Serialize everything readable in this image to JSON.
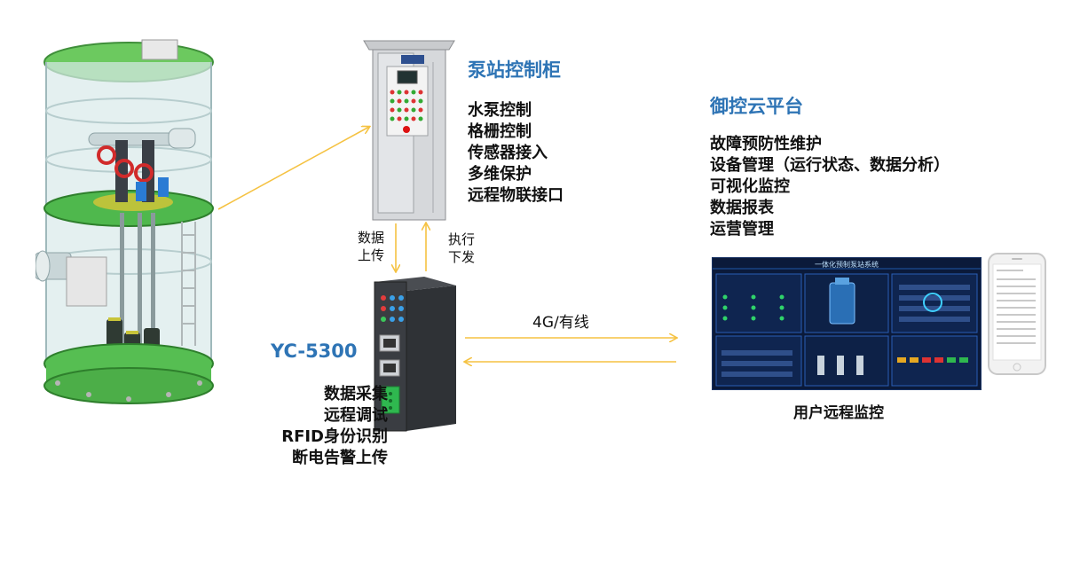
{
  "pump_cabinet": {
    "title": "泵站控制柜",
    "features": [
      "水泵控制",
      "格栅控制",
      "传感器接入",
      "多维保护",
      "远程物联接口"
    ]
  },
  "cloud_platform": {
    "title": "御控云平台",
    "features": [
      "故障预防性维护",
      "设备管理（运行状态、数据分析）",
      "可视化监控",
      "数据报表",
      "运营管理"
    ]
  },
  "gateway": {
    "model": "YC-5300",
    "features": [
      "数据采集",
      "远程调试",
      "RFID身份识别",
      "断电告警上传"
    ]
  },
  "links": {
    "upload_line1": "数据",
    "upload_line2": "上传",
    "execute_line1": "执行",
    "execute_line2": "下发",
    "network": "4G/有线"
  },
  "dashboard": {
    "title": "一体化预制泵站系统"
  },
  "remote_caption": "用户远程监控",
  "colors": {
    "title_blue": "#2e74b5",
    "arrow_yellow": "#f5c242",
    "dashboard_bg": "#0b1a3a",
    "tank_green": "#5fc25a"
  }
}
